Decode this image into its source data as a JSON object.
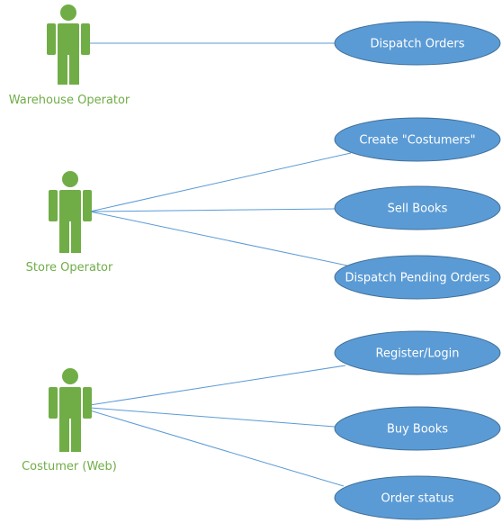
{
  "colors": {
    "actor": "#70ad47",
    "usecase_fill": "#5b9bd5",
    "usecase_text": "#ffffff",
    "link": "#5b9bd5"
  },
  "actors": [
    {
      "label": "Warehouse Operator",
      "icon": "person-icon"
    },
    {
      "label": "Store Operator",
      "icon": "person-icon"
    },
    {
      "label": "Costumer (Web)",
      "icon": "person-icon"
    }
  ],
  "use_cases": [
    {
      "label": "Dispatch Orders"
    },
    {
      "label": "Create \"Costumers\""
    },
    {
      "label": "Sell Books"
    },
    {
      "label": "Dispatch Pending Orders"
    },
    {
      "label": "Register/Login"
    },
    {
      "label": "Buy Books"
    },
    {
      "label": "Order status"
    }
  ],
  "associations": [
    {
      "actor": "Warehouse Operator",
      "use_case": "Dispatch Orders"
    },
    {
      "actor": "Store Operator",
      "use_case": "Create \"Costumers\""
    },
    {
      "actor": "Store Operator",
      "use_case": "Sell Books"
    },
    {
      "actor": "Store Operator",
      "use_case": "Dispatch Pending Orders"
    },
    {
      "actor": "Costumer (Web)",
      "use_case": "Register/Login"
    },
    {
      "actor": "Costumer (Web)",
      "use_case": "Buy Books"
    },
    {
      "actor": "Costumer (Web)",
      "use_case": "Order status"
    }
  ]
}
